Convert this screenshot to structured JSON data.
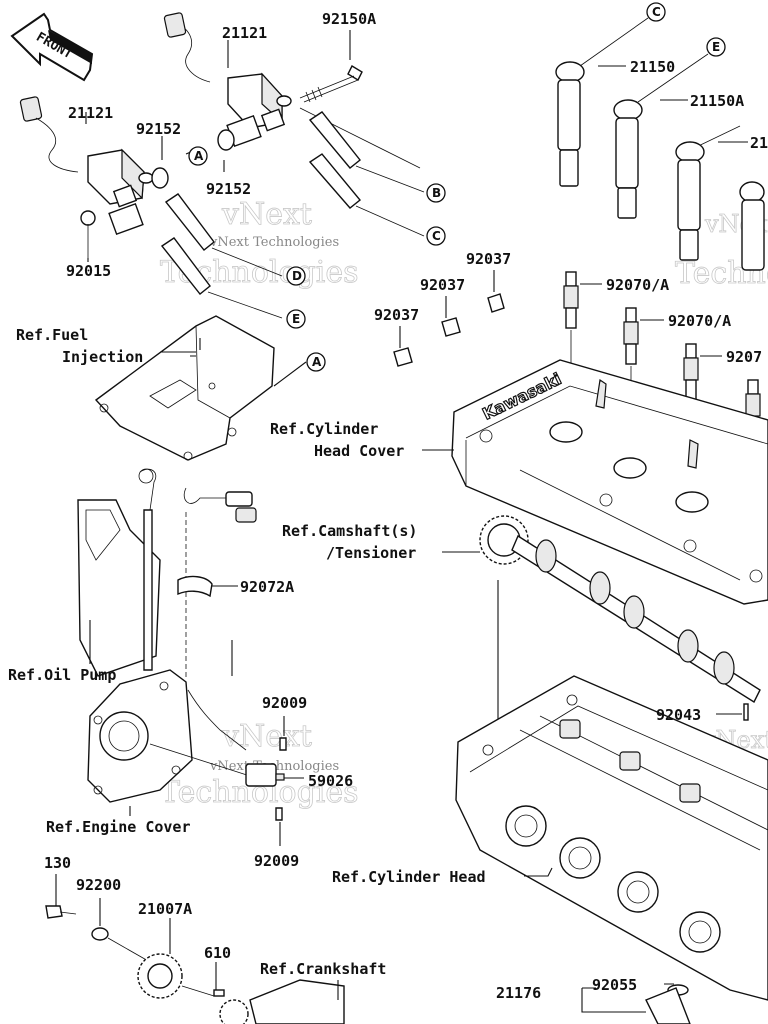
{
  "front_badge": "FRONT",
  "watermark": {
    "line1": "vNext",
    "line2": "Technologies",
    "sub": "vNext Technologies"
  },
  "labels": {
    "p21121_a": "21121",
    "p92150A": "92150A",
    "p21121_b": "21121",
    "p92152_a": "92152",
    "p92152_b": "92152",
    "p92015": "92015",
    "p21150": "21150",
    "p21150A": "21150A",
    "p21150_r": "21",
    "p92037_a": "92037",
    "p92037_b": "92037",
    "p92037_c": "92037",
    "p92070A_a": "92070/A",
    "p92070A_b": "92070/A",
    "p9207_r": "9207",
    "ref_fuel_1": "Ref.Fuel",
    "ref_fuel_2": "Injection",
    "ref_head_cover_1": "Ref.Cylinder",
    "ref_head_cover_2": "Head Cover",
    "ref_cam_1": "Ref.Camshaft(s)",
    "ref_cam_2": "/Tensioner",
    "p92072A": "92072A",
    "ref_oil_pump": "Ref.Oil Pump",
    "p92009_a": "92009",
    "p59026": "59026",
    "ref_engine_cover": "Ref.Engine Cover",
    "p92009_b": "92009",
    "p92043": "92043",
    "ref_cyl_head": "Ref.Cylinder Head",
    "p130": "130",
    "p92200": "92200",
    "p21007A": "21007A",
    "p610": "610",
    "ref_crankshaft": "Ref.Crankshaft",
    "p21176": "21176",
    "p92055": "92055"
  },
  "callouts": {
    "A1": "A",
    "A2": "A",
    "B": "B",
    "C_top": "C",
    "C_mid": "C",
    "D": "D",
    "E_top": "E",
    "E_mid": "E"
  }
}
